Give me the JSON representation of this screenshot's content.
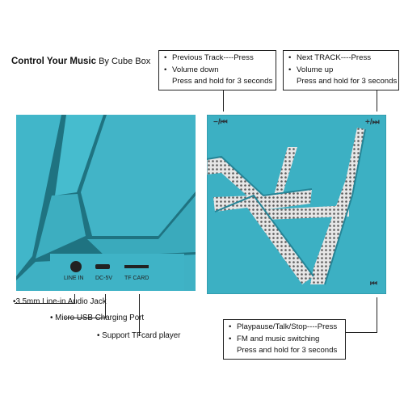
{
  "heading": {
    "bold": "Control Your Music",
    "rest": "By Cube Box"
  },
  "callouts": {
    "previous": {
      "lines": [
        "Previous Track----Press",
        "Volume down",
        "Press and hold for 3 seconds"
      ]
    },
    "next": {
      "lines": [
        "Next TRACK----Press",
        "Volume up",
        "Press and hold for 3 seconds"
      ]
    },
    "play": {
      "lines": [
        "Playpause/Talk/Stop----Press",
        "FM and music switching",
        "Press and hold for 3 seconds"
      ]
    }
  },
  "ports": {
    "line_in": "LINE IN",
    "dc": "DC-5V",
    "tf": "TF CARD"
  },
  "port_notes": {
    "jack": "3.5mm Line-in Audio Jack",
    "usb": "Micro USB Charging Port",
    "tf": "Support TFcard player"
  },
  "controls": {
    "prev": "−/⏮",
    "next": "+/⏭",
    "play": "⏮"
  },
  "colors": {
    "cube": "#3fb3c6",
    "cube_dark": "#2a8b9c",
    "grille": "#cfcfcf"
  }
}
